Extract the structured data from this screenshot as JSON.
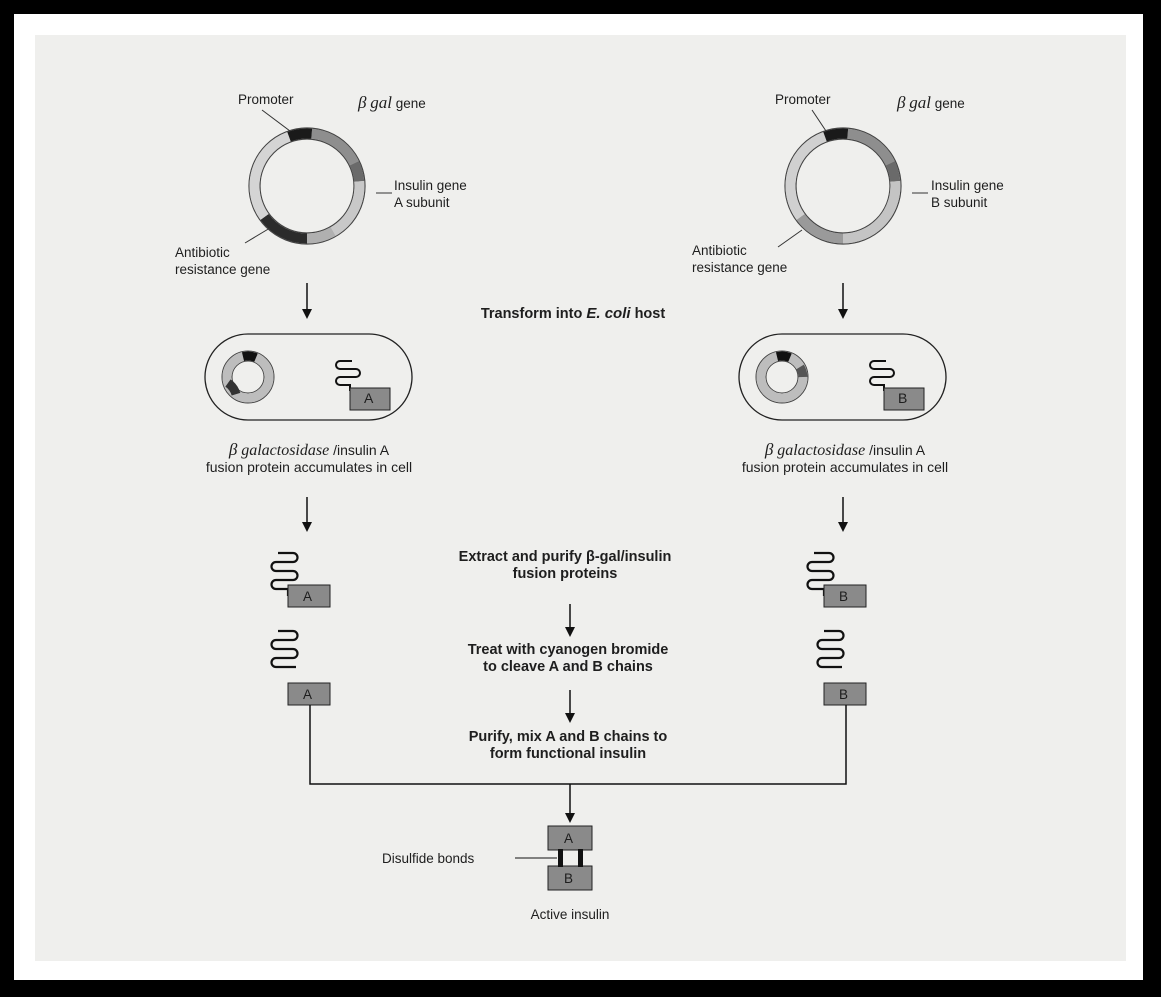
{
  "left_plasmid": {
    "promoter": "Promoter",
    "bgal_symbol": "β",
    "bgal_italic": "gal",
    "bgal_rest": "gene",
    "insulin_line1": "Insulin gene",
    "insulin_line2": "A subunit",
    "antibiotic_line1": "Antibiotic",
    "antibiotic_line2": "resistance gene"
  },
  "right_plasmid": {
    "promoter": "Promoter",
    "bgal_symbol": "β",
    "bgal_italic": "gal",
    "bgal_rest": "gene",
    "insulin_line1": "Insulin gene",
    "insulin_line2": "B subunit",
    "antibiotic_line1": "Antibiotic",
    "antibiotic_line2": "resistance gene"
  },
  "transform": {
    "prefix": "Transform into",
    "italic": "E. coli",
    "suffix": "host"
  },
  "cells": {
    "left_tag": "A",
    "right_tag": "B",
    "left_caption_symbol": "β",
    "left_caption_italic": "galactosidase",
    "left_caption_rest": "/insulin A",
    "left_caption_line2": "fusion protein accumulates in cell",
    "right_caption_symbol": "β",
    "right_caption_italic": "galactosidase",
    "right_caption_rest": "/insulin A",
    "right_caption_line2": "fusion protein accumulates in cell"
  },
  "steps": {
    "extract_line1": "Extract and purify β-gal/insulin",
    "extract_line2": "fusion proteins",
    "treat_line1": "Treat with cyanogen bromide",
    "treat_line2": "to cleave A and B chains",
    "purify_line1": "Purify, mix A and B chains to",
    "purify_line2": "form functional insulin"
  },
  "chains": {
    "a": "A",
    "b": "B"
  },
  "product": {
    "disulfide": "Disulfide bonds",
    "chain_a": "A",
    "chain_b": "B",
    "caption": "Active insulin"
  }
}
